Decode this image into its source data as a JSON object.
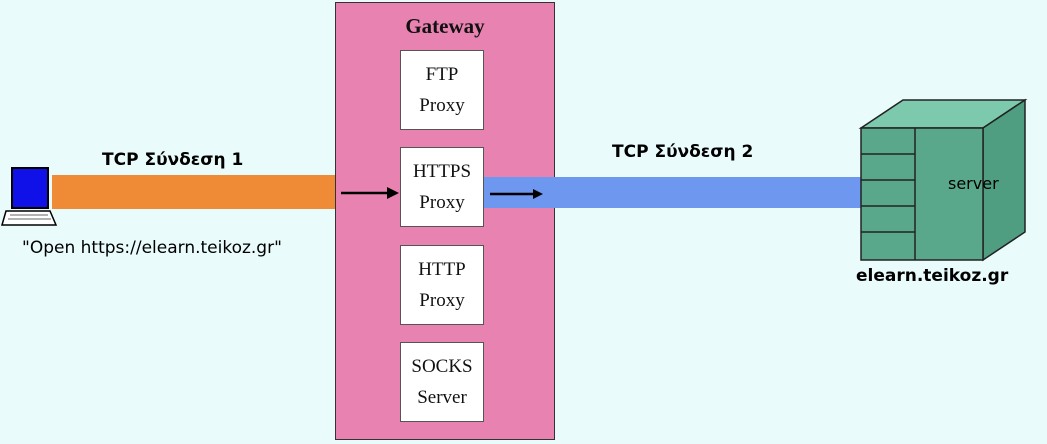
{
  "connection1": {
    "label": "TCP Σύνδεση 1",
    "color": "#ef8a36"
  },
  "connection2": {
    "label": "TCP Σύνδεση 2",
    "color": "#6e97f0"
  },
  "client": {
    "icon": "laptop-icon",
    "caption": "\"Open https://elearn.teikoz.gr\""
  },
  "gateway": {
    "title": "Gateway",
    "color": "#e883b1",
    "modules": [
      {
        "line1": "FTP",
        "line2": "Proxy"
      },
      {
        "line1": "HTTPS",
        "line2": "Proxy"
      },
      {
        "line1": "HTTP",
        "line2": "Proxy"
      },
      {
        "line1": "SOCKS",
        "line2": "Server"
      }
    ]
  },
  "server": {
    "icon": "server-icon",
    "label": "server",
    "hostname": "elearn.teikoz.gr",
    "color": "#5aa88c"
  }
}
